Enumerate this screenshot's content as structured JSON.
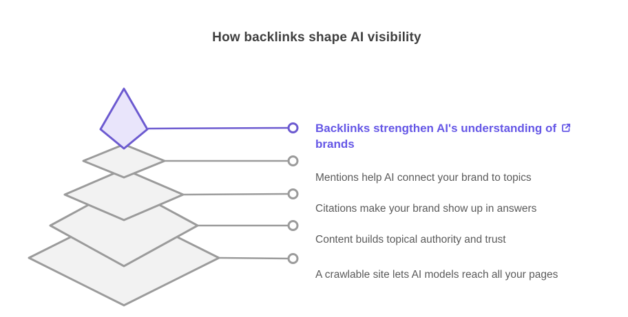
{
  "title": "How backlinks shape AI visibility",
  "colors": {
    "title_text": "#3f3f3f",
    "accent_text": "#6557e6",
    "accent_stroke": "#6c5ad0",
    "accent_fill": "#e9e5fb",
    "gray_stroke": "#9b9b9b",
    "gray_fill": "#f2f2f2",
    "gray_text": "#5a5a5a"
  },
  "pyramid": {
    "tier_count": 5,
    "top_tier_highlighted": true
  },
  "labels": [
    {
      "lines": [
        "Backlinks strengthen AI's understanding of",
        "brands"
      ],
      "icon": "external-link-icon",
      "highlighted": true
    },
    {
      "text": "Mentions help AI connect your brand to topics"
    },
    {
      "text": "Citations make your brand show up in answers"
    },
    {
      "text": "Content builds topical authority and trust"
    },
    {
      "text": "A crawlable site lets AI models reach all your pages"
    }
  ]
}
